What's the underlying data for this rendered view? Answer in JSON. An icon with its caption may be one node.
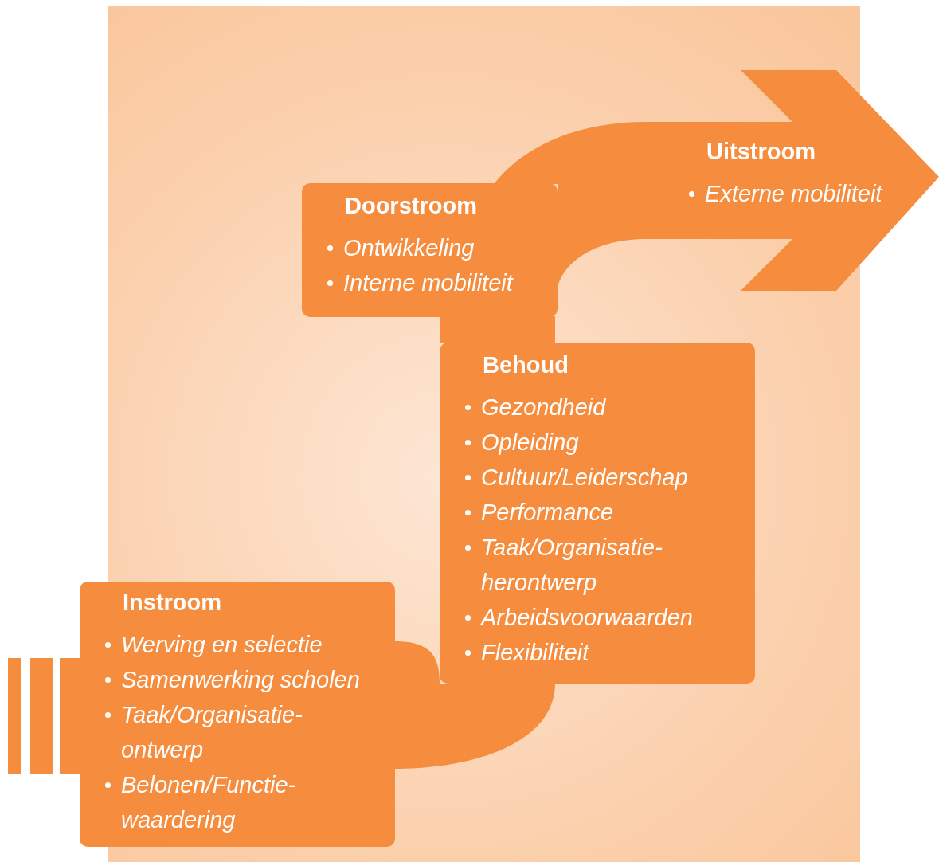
{
  "diagram": {
    "nodes": [
      {
        "text": [
          "Instroom",
          "Werving en selectie",
          "Samenwerking scholen",
          "Taak/Organisatie- ontwerp",
          "Belonen/Functie- waardering"
        ]
      },
      {
        "text": [
          "Behoud",
          "Gezondheid",
          "Opleiding",
          "Cultuur/Leiderschap",
          "Performance",
          "Taak/Organisatie- herontwerp",
          "Arbeidsvoorwaarden",
          "Flexibiliteit"
        ]
      },
      {
        "text": [
          "Doorstroom",
          "Ontwikkeling",
          "Interne mobiliteit"
        ]
      },
      {
        "text": [
          "Uitstroom",
          "Externe mobiliteit"
        ]
      }
    ],
    "edges": [
      {
        "from": 0,
        "to": 1,
        "arrow": "none"
      },
      {
        "from": 1,
        "to": 2,
        "arrow": "none"
      },
      {
        "from": 2,
        "to": 3,
        "arrow": "none"
      }
    ]
  }
}
